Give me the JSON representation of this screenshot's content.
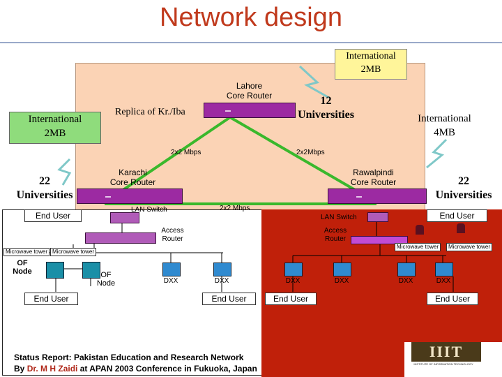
{
  "title": "Network design",
  "intl_top": {
    "line1": "International",
    "line2": "2MB"
  },
  "intl_left": {
    "line1": "International",
    "line2": "2MB"
  },
  "intl_right": {
    "line1": "International",
    "line2": "4MB"
  },
  "lahore": {
    "line1": "Lahore",
    "line2": "Core Router"
  },
  "replica": "Replica of Kr./Iba",
  "universities_12": {
    "line1": "12",
    "line2": "Universities"
  },
  "universities_left": {
    "line1": "22",
    "line2": "Universities"
  },
  "universities_right": {
    "line1": "22",
    "line2": "Universities"
  },
  "link_left": "2x2 Mbps",
  "link_right": "2x2Mbps",
  "link_bottom": "2x2 Mbps",
  "karachi": {
    "line1": "Karachi",
    "line2": "Core Router"
  },
  "rawalpindi": {
    "line1": "Rawalpindi",
    "line2": "Core Router"
  },
  "lan_switch_left": "LAN Switch",
  "lan_switch_right": "LAN Switch",
  "end_user_label": "End User",
  "end_user_right_top": "End  User",
  "access_router_left": {
    "line1": "Access",
    "line2": "Router"
  },
  "access_router_right": {
    "line1": "Access",
    "line2": "Router"
  },
  "microwave_tower": "Microwave tower",
  "microwave_tower_right": "Microwave tower",
  "of_node": {
    "line1": "OF",
    "line2": "Node"
  },
  "dxx": "DXX",
  "status_line1": "Status Report: Pakistan Education and Research Network",
  "status_line2_prefix": "By ",
  "status_line2_name": "Dr. M H Zaidi",
  "status_line2_suffix": " at APAN 2003 Conference in Fukuoka, Japan",
  "logo_text": "IIIT",
  "logo_caption": "INSTITUTE OF INFORMATION TECHNOLOGY",
  "colors": {
    "title": "#c0391c",
    "peach": "#fbd3b5",
    "red_panel": "#c0200a",
    "router": "#9c2aa2",
    "link_green": "#3ab82c",
    "name_red": "#b0281a"
  }
}
